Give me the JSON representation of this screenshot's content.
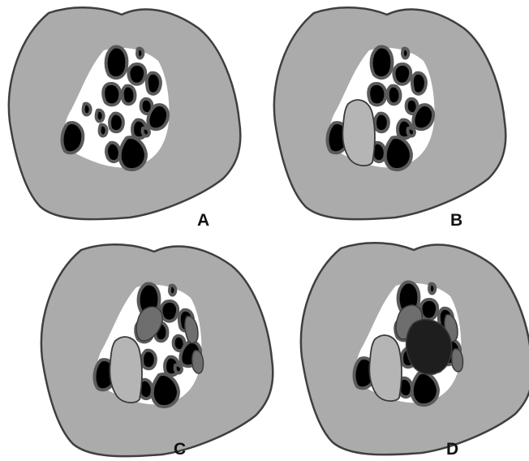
{
  "panels": [
    {
      "id": "A",
      "label": "A",
      "stage": "intact"
    },
    {
      "id": "B",
      "label": "B",
      "stage": "pale-region"
    },
    {
      "id": "C",
      "label": "C",
      "stage": "pale-and-mid-grey-regions"
    },
    {
      "id": "D",
      "label": "D",
      "stage": "pale-mid-and-dark-regions"
    }
  ],
  "colors": {
    "background": "#ffffff",
    "section_fill": "#ababab",
    "section_outline": "#3f3f3f",
    "lesion_fill": "#ffffff",
    "cell_fill": "#000000",
    "cell_rim": "#5a5a5a",
    "pale_region": "#b5b5b5",
    "mid_region": "#6e6e6e",
    "dark_region": "#1e1e1e"
  }
}
